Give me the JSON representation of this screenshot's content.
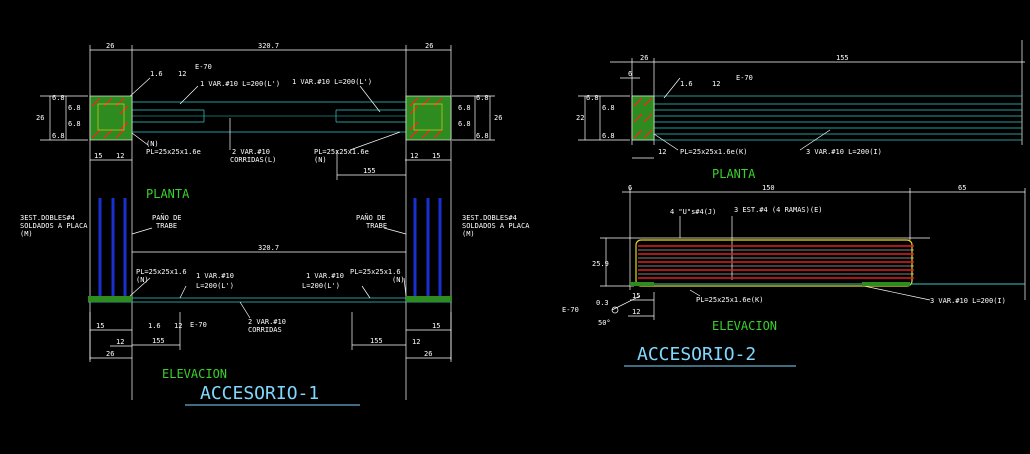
{
  "colors": {
    "background": "#000000",
    "dimension": "#ffffff",
    "label_green": "#39d12c",
    "title_blue": "#7fd9ff",
    "plate_green": "#2e8b20",
    "hatch_red": "#ff2020",
    "bar_cyan": "#35c8c8",
    "post_blue": "#1a2fd0",
    "bar_red": "#e02020",
    "bar_yellow": "#e8d820"
  },
  "acc1": {
    "title": "ACCESORIO-1",
    "planta": "PLANTA",
    "elevacion": "ELEVACION",
    "dims": {
      "d26_l": "26",
      "d3207": "320.7",
      "d26_r": "26",
      "d68a": "6.8",
      "d68b": "6.8",
      "d68c": "6.8",
      "d68d": "6.8",
      "d26v_l": "26",
      "d26v_r": "26",
      "d68e": "6.8",
      "d68f": "6.8",
      "d68g": "6.8",
      "d68h": "6.8",
      "d15_l": "15",
      "d12_l": "12",
      "d15_r": "15",
      "d12_r": "12",
      "d155": "155",
      "d3207b": "320.7",
      "e15_l": "15",
      "e12_l": "12",
      "e155_l": "155",
      "e155_r": "155",
      "e12_r": "12",
      "e15_r": "15",
      "e26_l": "26",
      "e26_r": "26"
    },
    "labels": {
      "weld_l1": "1.6",
      "weld_l2": "12",
      "weld_l3": "E-70",
      "var1": "1 VAR.#10  L=200(L')",
      "var2": "1 VAR.#10  L=200(L')",
      "n1": "(N)",
      "pl1": "PL=25x25x1.6e",
      "var3": "2 VAR.#10",
      "corridas": "CORRIDAS(L)",
      "pl2": "PL=25x25x1.6e",
      "n2": "(N)",
      "est_l1": "3EST.DOBLES#4",
      "est_l2": "SOLDADOS A PLACA",
      "est_l3": "(M)",
      "pano_l1": "PAÑO DE",
      "pano_l2": "TRABE",
      "pano_r1": "PAÑO DE",
      "pano_r2": "TRABE",
      "est_r1": "3EST.DOBLES#4",
      "est_r2": "SOLDADOS A PLACA",
      "est_r3": "(M)",
      "epl1": "PL=25x25x1.6",
      "en1": "(N)",
      "evar1a": "1 VAR.#10",
      "evar1b": "L=200(L')",
      "evar2a": "1 VAR.#10",
      "evar2b": "L=200(L')",
      "epl2": "PL=25x25x1.6",
      "en2": "(N)",
      "eweld1": "1.6",
      "eweld2": "12",
      "eweld3": "E-70",
      "evar3": "2 VAR.#10",
      "ecorridas": "CORRIDAS"
    }
  },
  "acc2": {
    "title": "ACCESORIO-2",
    "planta": "PLANTA",
    "elevacion": "ELEVACION",
    "dims": {
      "d26": "26",
      "d155": "155",
      "d6": "6",
      "d68a": "6.8",
      "d68b": "6.8",
      "d68c": "6.8",
      "d22": "22",
      "d12": "12",
      "e6": "6",
      "e150": "150",
      "e65": "65",
      "e259": "25.9",
      "e15": "15",
      "e12": "12"
    },
    "labels": {
      "weld1": "1.6",
      "weld2": "12",
      "weld3": "E-70",
      "pl": "PL=25x25x1.6e(K)",
      "var": "3 VAR.#10  L=200(I)",
      "esp": "4 \"U\"s#4(J)",
      "est": "3 EST.#4 (4 RAMAS)(E)",
      "epl": "PL=25x25x1.6e(K)",
      "evar": "3 VAR.#10  L=200(I)",
      "e70": "E-70",
      "e03": "0.3",
      "e50": "50°"
    }
  }
}
